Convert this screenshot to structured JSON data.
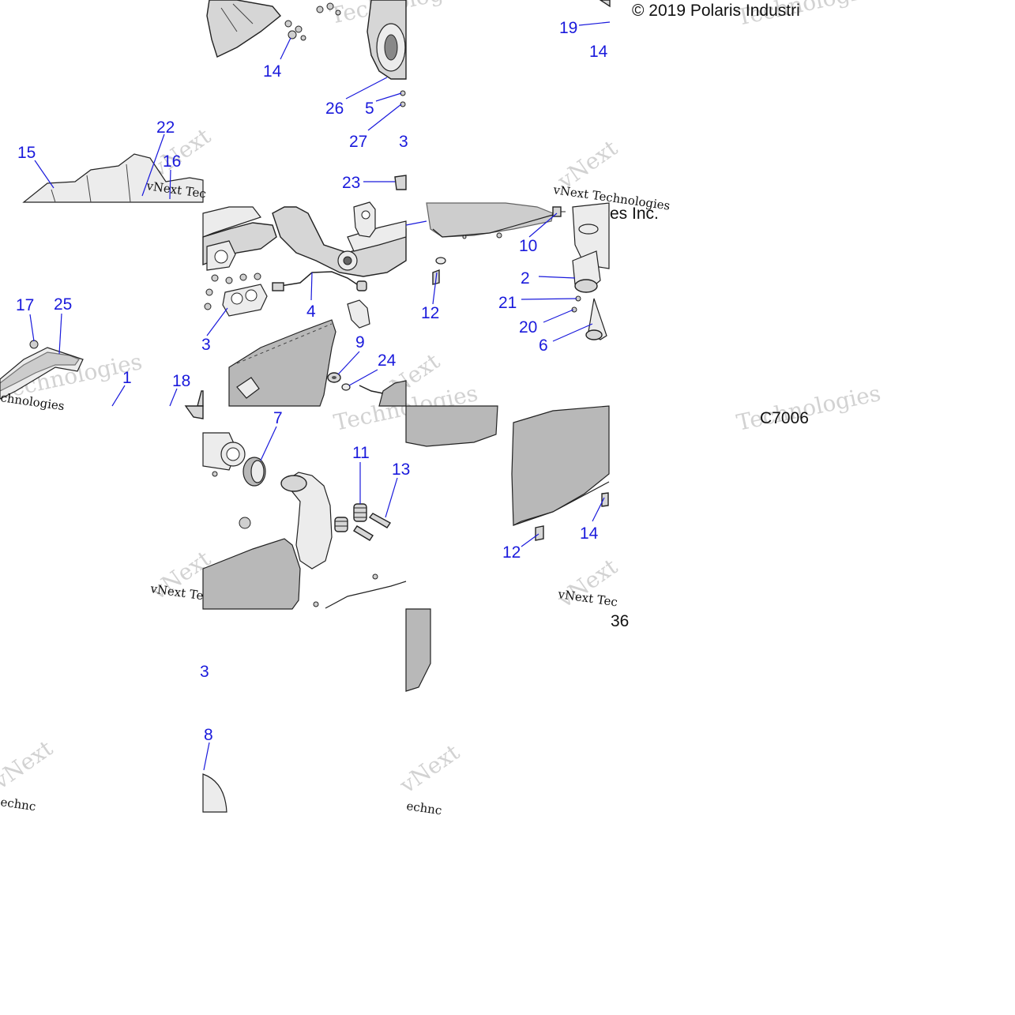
{
  "diagram": {
    "copyright": "© 2019 Polaris Industri",
    "copyright_fragment": "es Inc.",
    "drawing_code": "C7006",
    "fragment_36": "36",
    "watermark_brand_a": "Technologies",
    "watermark_brand_b": "vNext",
    "watermark_small_a": "vNext Tec",
    "watermark_small_b": "vNext Technologies",
    "watermark_small_c": "chnologies",
    "watermark_small_d": "vNext Te",
    "watermark_small_e": "vNext Tec",
    "watermark_small_f": "echnc",
    "callouts": [
      {
        "id": "c14a",
        "label": "14"
      },
      {
        "id": "c26",
        "label": "26"
      },
      {
        "id": "c5",
        "label": "5"
      },
      {
        "id": "c27",
        "label": "27"
      },
      {
        "id": "c3a",
        "label": "3"
      },
      {
        "id": "c19",
        "label": "19"
      },
      {
        "id": "c14b",
        "label": "14"
      },
      {
        "id": "c22",
        "label": "22"
      },
      {
        "id": "c15",
        "label": "15"
      },
      {
        "id": "c16",
        "label": "16"
      },
      {
        "id": "c23",
        "label": "23"
      },
      {
        "id": "c10",
        "label": "10"
      },
      {
        "id": "c2",
        "label": "2"
      },
      {
        "id": "c21",
        "label": "21"
      },
      {
        "id": "c20",
        "label": "20"
      },
      {
        "id": "c6",
        "label": "6"
      },
      {
        "id": "c12a",
        "label": "12"
      },
      {
        "id": "c4",
        "label": "4"
      },
      {
        "id": "c3b",
        "label": "3"
      },
      {
        "id": "c17",
        "label": "17"
      },
      {
        "id": "c25",
        "label": "25"
      },
      {
        "id": "c1",
        "label": "1"
      },
      {
        "id": "c18",
        "label": "18"
      },
      {
        "id": "c9",
        "label": "9"
      },
      {
        "id": "c24",
        "label": "24"
      },
      {
        "id": "c7",
        "label": "7"
      },
      {
        "id": "c11",
        "label": "11"
      },
      {
        "id": "c13",
        "label": "13"
      },
      {
        "id": "c14c",
        "label": "14"
      },
      {
        "id": "c12b",
        "label": "12"
      },
      {
        "id": "c3c",
        "label": "3"
      },
      {
        "id": "c8",
        "label": "8"
      }
    ]
  }
}
